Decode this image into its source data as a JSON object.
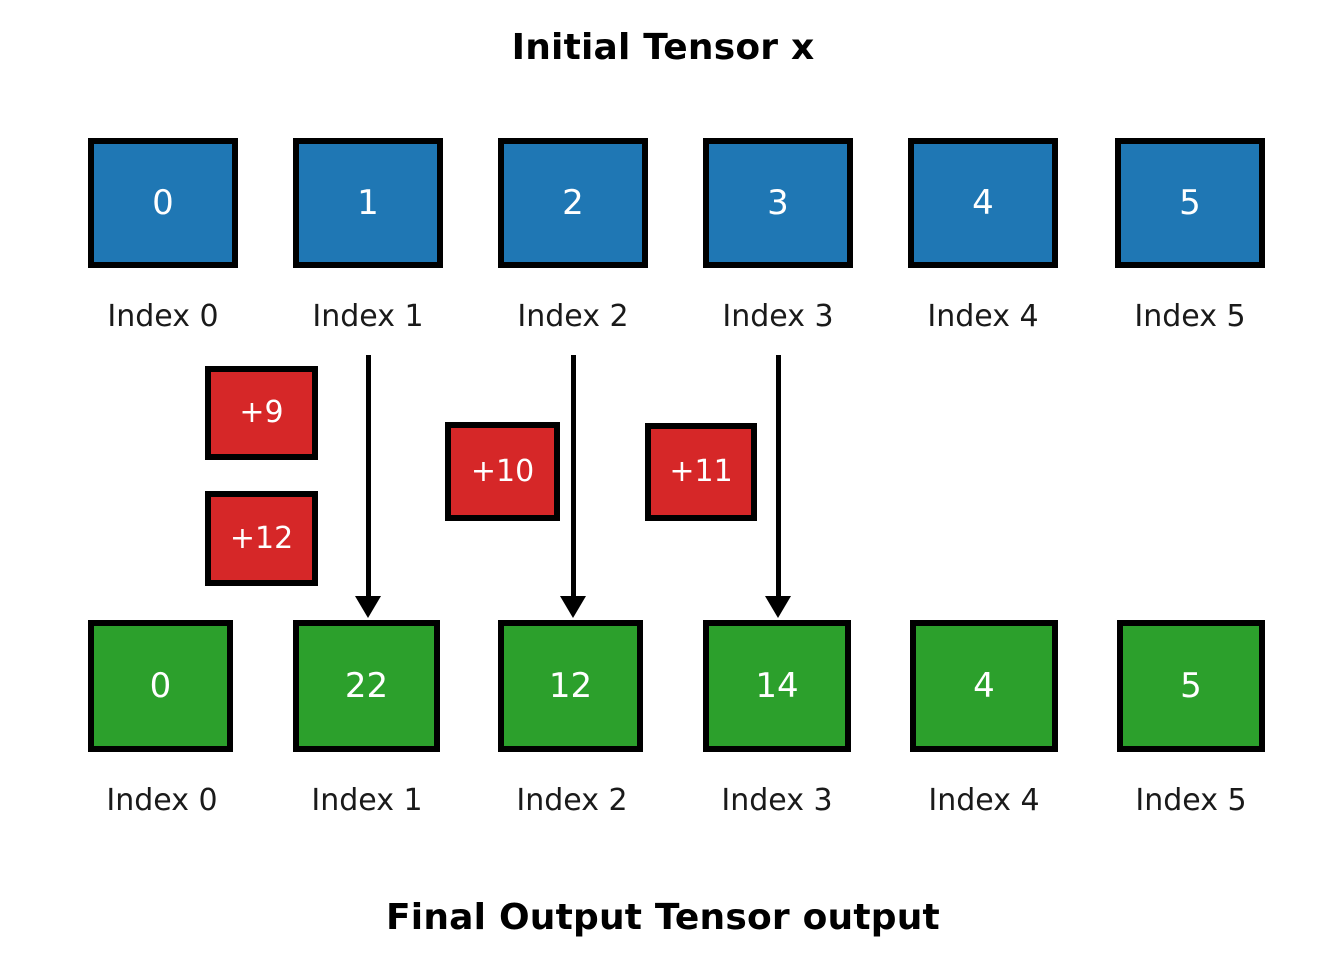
{
  "diagram": {
    "title_top": "Initial Tensor x",
    "title_bottom": "Final Output Tensor output",
    "colors": {
      "input_box": "#1f77b4",
      "update_box": "#d62728",
      "output_box": "#2ca02c",
      "border": "#000000",
      "text_on_box": "#ffffff",
      "label_text": "#1a1a1a",
      "background": "#ffffff"
    }
  },
  "chart_data": {
    "type": "diagram",
    "title": "Initial Tensor x",
    "subtitle": "Final Output Tensor output",
    "input_row": {
      "label": "Initial Tensor x",
      "values": [
        0,
        1,
        2,
        3,
        4,
        5
      ],
      "index_labels": [
        "Index 0",
        "Index 1",
        "Index 2",
        "Index 3",
        "Index 4",
        "Index 5"
      ]
    },
    "updates": [
      {
        "label": "+9",
        "amount": 9,
        "target_index": 1
      },
      {
        "label": "+12",
        "amount": 12,
        "target_index": 1
      },
      {
        "label": "+10",
        "amount": 10,
        "target_index": 2
      },
      {
        "label": "+11",
        "amount": 11,
        "target_index": 3
      }
    ],
    "arrows": [
      {
        "from_index": 1,
        "to_index": 1
      },
      {
        "from_index": 2,
        "to_index": 2
      },
      {
        "from_index": 3,
        "to_index": 3
      }
    ],
    "output_row": {
      "label": "Final Output Tensor output",
      "values": [
        0,
        22,
        12,
        14,
        4,
        5
      ],
      "index_labels": [
        "Index 0",
        "Index 1",
        "Index 2",
        "Index 3",
        "Index 4",
        "Index 5"
      ]
    }
  },
  "input_cells": [
    {
      "value": "0",
      "index_label": "Index 0"
    },
    {
      "value": "1",
      "index_label": "Index 1"
    },
    {
      "value": "2",
      "index_label": "Index 2"
    },
    {
      "value": "3",
      "index_label": "Index 3"
    },
    {
      "value": "4",
      "index_label": "Index 4"
    },
    {
      "value": "5",
      "index_label": "Index 5"
    }
  ],
  "update_cells": [
    {
      "value": "+9"
    },
    {
      "value": "+12"
    },
    {
      "value": "+10"
    },
    {
      "value": "+11"
    }
  ],
  "output_cells": [
    {
      "value": "0",
      "index_label": "Index 0"
    },
    {
      "value": "22",
      "index_label": "Index 1"
    },
    {
      "value": "12",
      "index_label": "Index 2"
    },
    {
      "value": "14",
      "index_label": "Index 3"
    },
    {
      "value": "4",
      "index_label": "Index 4"
    },
    {
      "value": "5",
      "index_label": "Index 5"
    }
  ]
}
